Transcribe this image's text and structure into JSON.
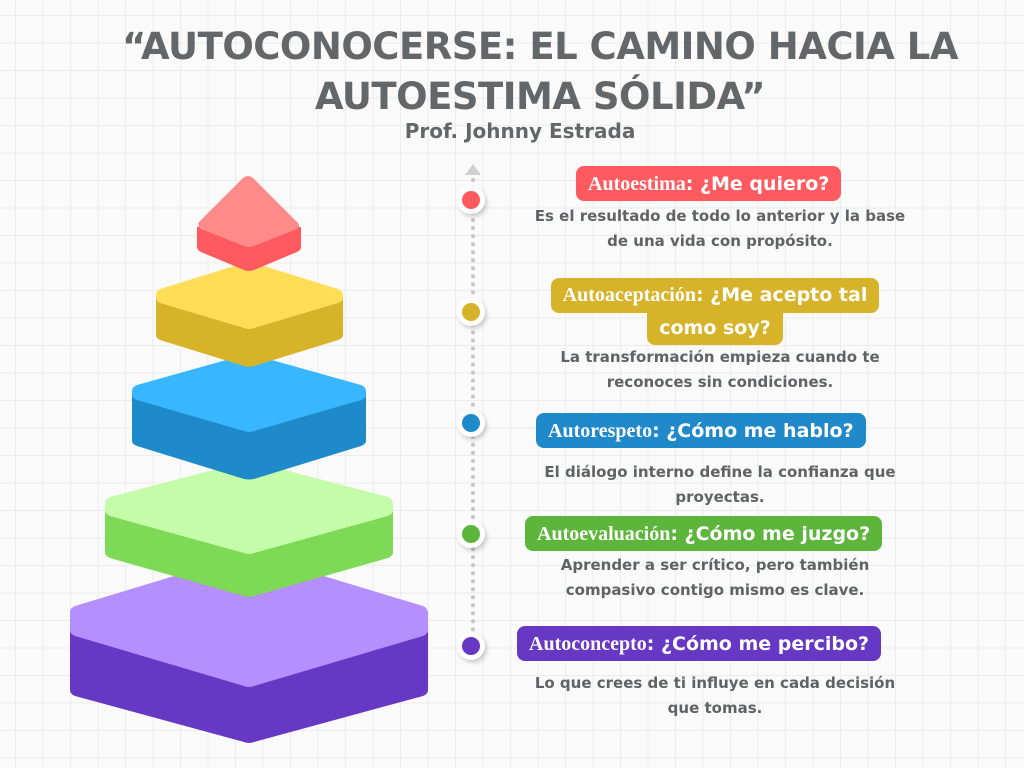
{
  "header": {
    "title_line1": "“AUTOCONOCERSE: EL CAMINO HACIA LA",
    "title_line2": "AUTOESTIMA SÓLIDA”",
    "author": "Prof. Johnny Estrada"
  },
  "levels": [
    {
      "term": "Autoestima",
      "question": ": ¿Me quiero?",
      "question_line2": "",
      "description_line1": "Es el resultado de todo lo anterior y la base",
      "description_line2": "de una vida con propósito.",
      "color": "#ff5a5f",
      "top_color": "#ff8a8a",
      "side_color": "#ff5a5f"
    },
    {
      "term": "Autoaceptación",
      "question": ": ¿Me acepto tal",
      "question_line2": "como soy?",
      "description_line1": "La transformación empieza cuando te",
      "description_line2": "reconoces sin condiciones.",
      "color": "#d6b328",
      "top_color": "#ffdd57",
      "side_color": "#d6b328"
    },
    {
      "term": "Autorespeto",
      "question": ": ¿Cómo me hablo?",
      "question_line2": "",
      "description_line1": "El diálogo interno define la confianza que",
      "description_line2": "proyectas.",
      "color": "#2089c9",
      "top_color": "#38b6ff",
      "side_color": "#1f8ac9"
    },
    {
      "term": "Autoevaluación",
      "question": ": ¿Cómo me juzgo?",
      "question_line2": "",
      "description_line1": "Aprender a ser crítico, pero también",
      "description_line2": "compasivo contigo mismo es clave.",
      "color": "#5db53c",
      "top_color": "#c5fca9",
      "side_color": "#7ed957"
    },
    {
      "term": "Autoconcepto",
      "question": ": ¿Cómo me percibo?",
      "question_line2": "",
      "description_line1": "Lo que crees de ti influye en cada decisión",
      "description_line2": "que tomas.",
      "color": "#6738c4",
      "top_color": "#b48ffd",
      "side_color": "#6738c4"
    }
  ]
}
